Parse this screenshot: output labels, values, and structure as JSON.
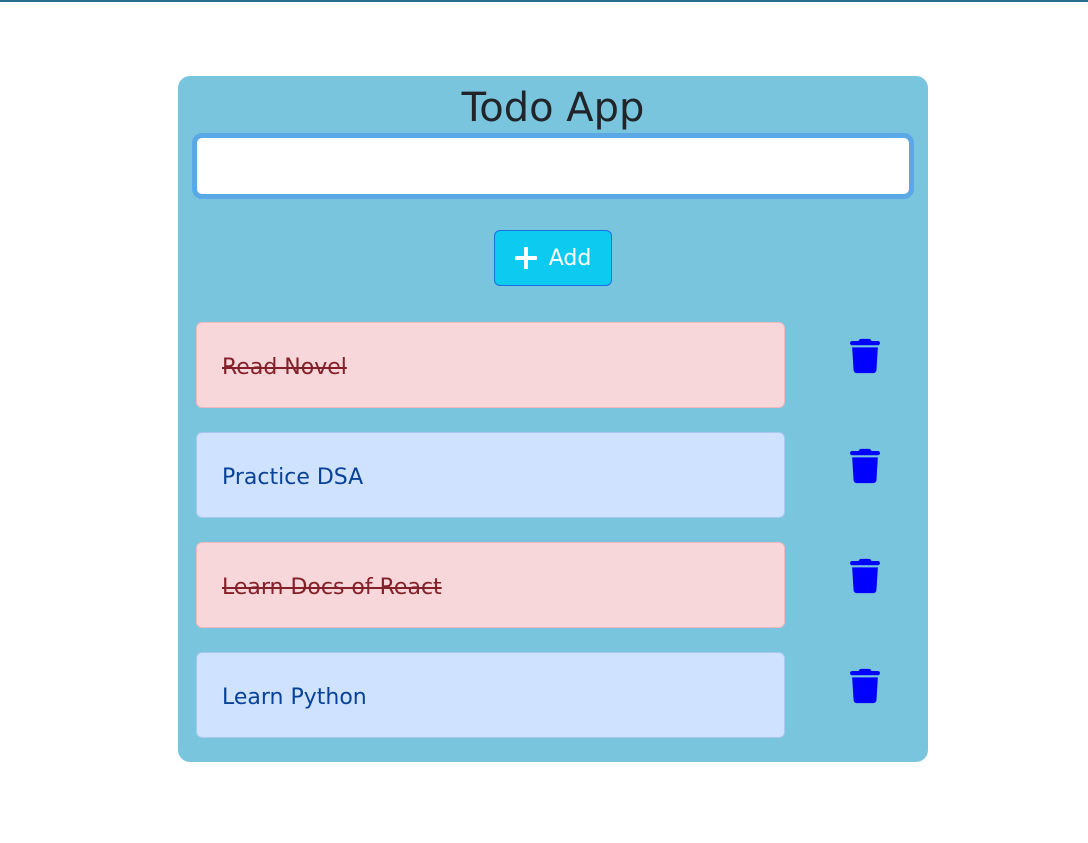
{
  "app": {
    "title": "Todo App"
  },
  "input": {
    "value": "",
    "placeholder": ""
  },
  "add_button": {
    "label": "Add",
    "icon": "plus-icon"
  },
  "todos": [
    {
      "text": "Read Novel",
      "completed": true
    },
    {
      "text": "Practice DSA",
      "completed": false
    },
    {
      "text": "Learn Docs of React",
      "completed": true
    },
    {
      "text": "Learn Python",
      "completed": false
    }
  ],
  "delete_icon": "trash-icon",
  "colors": {
    "card_background": "#7ac5de",
    "add_button": "#0dcaf0",
    "completed_item": "#f8d7da",
    "open_item": "#cfe2ff",
    "delete_icon": "#0000ff"
  }
}
